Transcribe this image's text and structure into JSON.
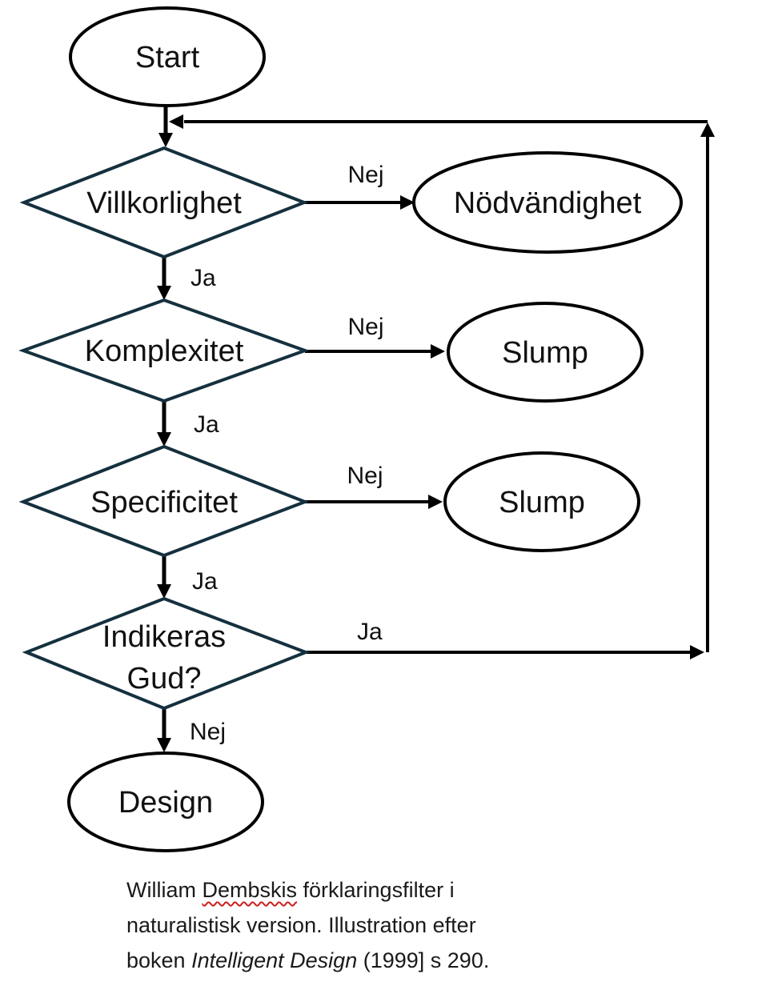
{
  "diagram": {
    "background_color": "#ffffff",
    "ellipse_stroke_color": "#000000",
    "diamond_stroke_color": "#15303e",
    "arrow_color": "#000000",
    "nodes": {
      "start": {
        "type": "ellipse",
        "label": "Start"
      },
      "villkorlighet": {
        "type": "diamond",
        "label": "Villkorlighet"
      },
      "nodvandighet": {
        "type": "ellipse",
        "label": "Nödvändighet"
      },
      "komplexitet": {
        "type": "diamond",
        "label": "Komplexitet"
      },
      "slump1": {
        "type": "ellipse",
        "label": "Slump"
      },
      "specificitet": {
        "type": "diamond",
        "label": "Specificitet"
      },
      "slump2": {
        "type": "ellipse",
        "label": "Slump"
      },
      "indikeras_gud": {
        "type": "diamond",
        "line1": "Indikeras",
        "line2": "Gud?"
      },
      "design": {
        "type": "ellipse",
        "label": "Design"
      }
    },
    "edge_labels": {
      "nej1": "Nej",
      "ja1": "Ja",
      "nej2": "Nej",
      "ja2": "Ja",
      "nej3": "Nej",
      "ja3": "Ja",
      "ja4": "Ja",
      "nej4": "Nej"
    },
    "caption": {
      "line1_pre": "William ",
      "line1_misspelled": "Dembskis",
      "line1_post": " förklaringsfilter i",
      "line2": "naturalistisk version. Illustration efter",
      "line3_pre": "boken ",
      "line3_italic": "Intelligent Design",
      "line3_post": " (1999] s 290."
    }
  }
}
